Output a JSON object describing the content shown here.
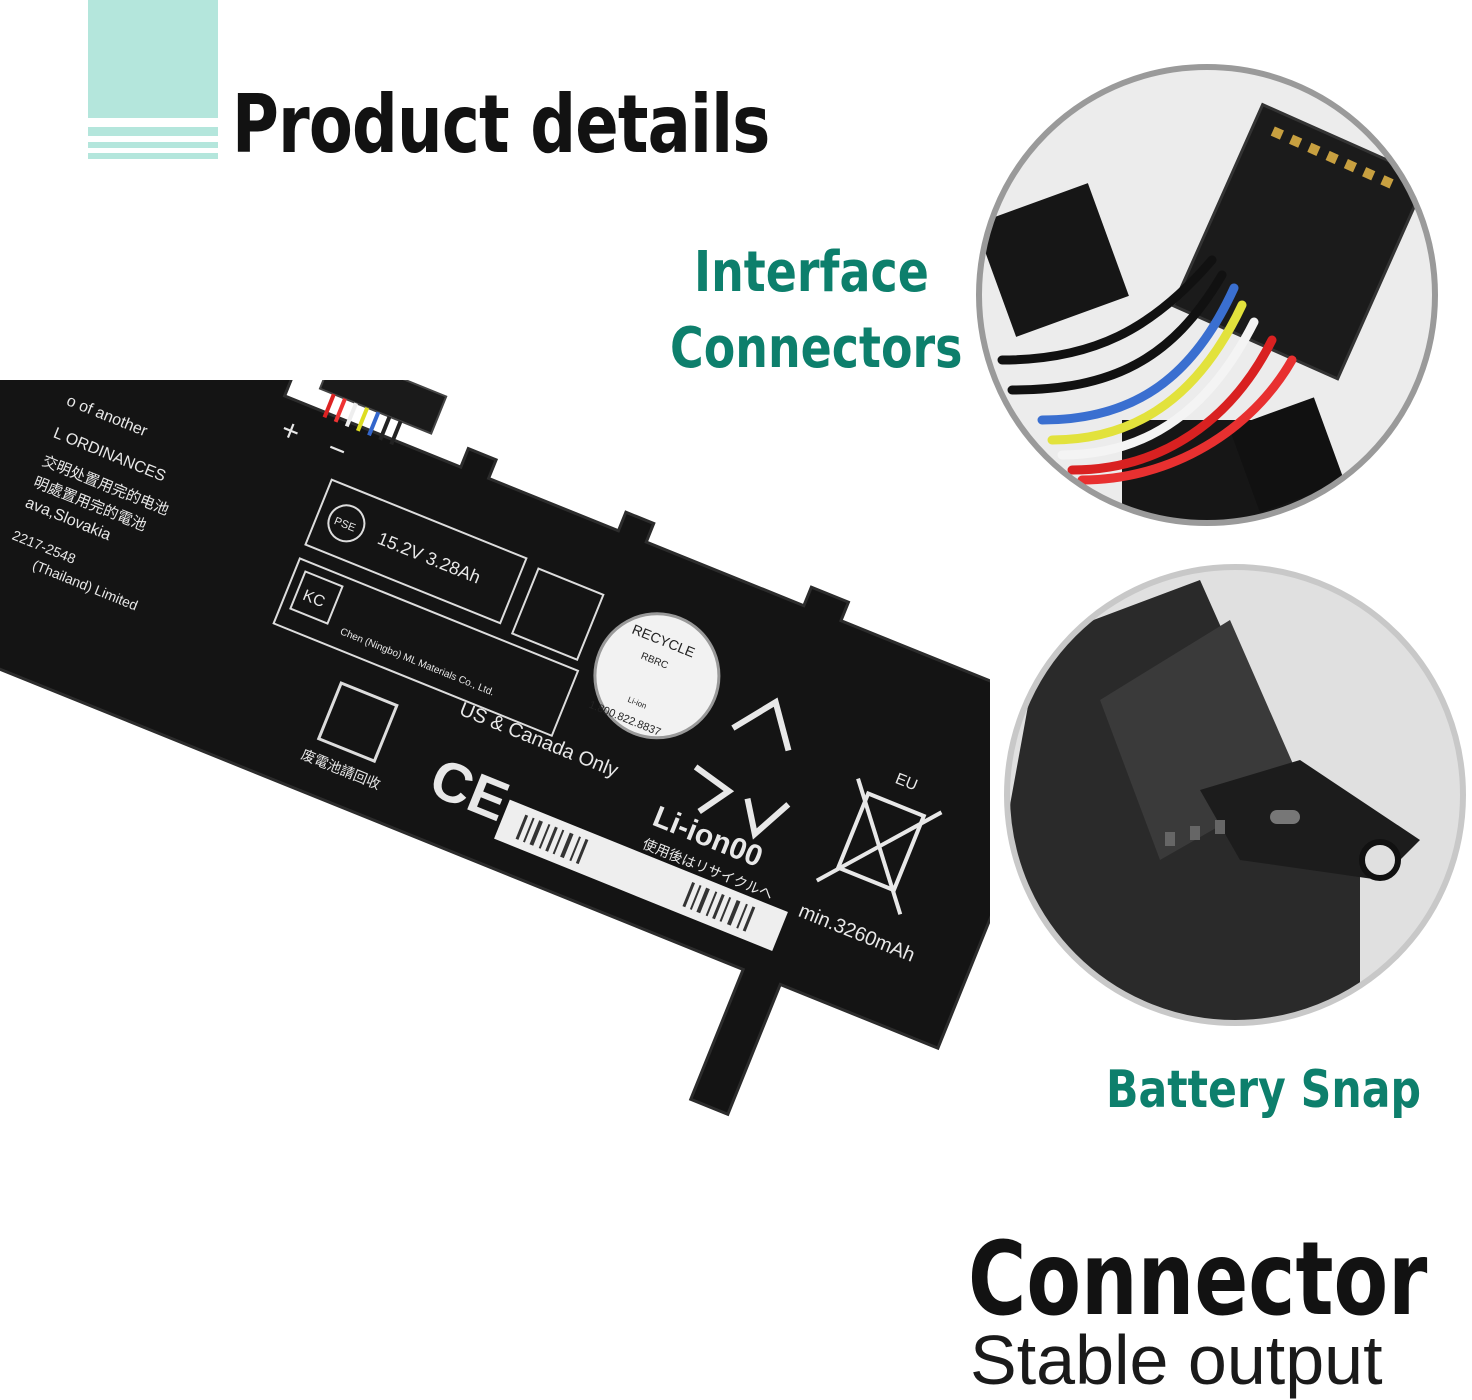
{
  "header": {
    "title": "Product details",
    "accent_color": "#b4e6dc"
  },
  "callouts": {
    "interface_line1": "Interface",
    "interface_line2": "Connectors",
    "battery_snap": "Battery Snap",
    "color": "#0d7f6c"
  },
  "footer": {
    "heading": "Connector",
    "subheading": "Stable output"
  },
  "battery_label": {
    "text_warning_1": "o of another",
    "text_warning_2": "L ORDINANCES",
    "text_cn_1": "交明处置用完的电池",
    "text_cn_2": "明處置用完的電池",
    "text_origin": "ava,Slovakia",
    "text_part": "2217-2548",
    "text_maker": "(Thailand) Limited",
    "pse": "PSE",
    "rating": "15.2V 3.28Ah",
    "kc": "KC",
    "kc_maker": "Chen (Ningbo) ML Materials Co., Ltd.",
    "recycle_top": "RECYCLE",
    "rbrc": "RBRC",
    "li_ion_small": "Li-ion",
    "recycle_phone": "1.800.822.8837",
    "us_canada": "US & Canada Only",
    "ce": "CE",
    "cn_recycle": "废電池請回收",
    "li_ion_mark": "Li-ion00",
    "jp_recycle": "使用後はリサイクルへ",
    "eu": "EU",
    "capacity": "min.3260mAh",
    "plus": "+",
    "minus": "−"
  },
  "icons": {
    "recycle": "recycle-arrows-icon",
    "weee": "crossed-out-bin-icon",
    "ce": "ce-mark-icon",
    "pse": "pse-mark-icon",
    "kc": "kc-mark-icon"
  }
}
